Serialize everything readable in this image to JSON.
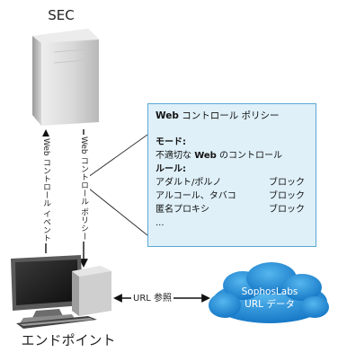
{
  "sec_label": "SEC",
  "endpoint_label": "エンドポイント",
  "arrow_up_label": "Web コントロール イベント",
  "arrow_down_label": "Web コントロール ポリシー",
  "policy": {
    "title_bold": "Web",
    "title_rest": " コントロール ポリシー",
    "mode_heading": "モード:",
    "mode_prefix": "不適切な ",
    "mode_bold": "Web",
    "mode_suffix": " のコントロール",
    "rules_heading": "ルール:",
    "rules": [
      {
        "name": "アダルト/ポルノ",
        "action": "ブロック"
      },
      {
        "name": "アルコール、タバコ",
        "action": "ブロック"
      },
      {
        "name": "匿名プロキシ",
        "action": "ブロック"
      }
    ],
    "ellipsis": "..."
  },
  "url_ref_label": "URL 参照",
  "cloud": {
    "line1": "SophosLabs",
    "line2": "URL データ"
  },
  "colors": {
    "policy_bg": "#dff0f8",
    "policy_border": "#5aa7d4",
    "cloud_fill": "#1f8fd6"
  }
}
